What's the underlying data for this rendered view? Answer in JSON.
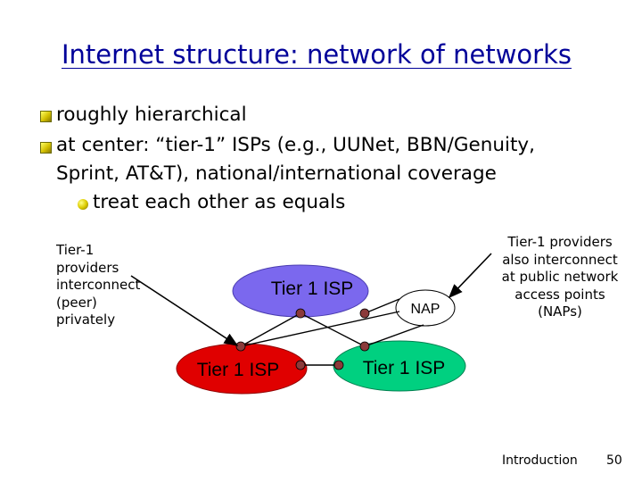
{
  "title": "Internet structure: network of networks",
  "bullets": {
    "b1": "roughly hierarchical",
    "b2_part1": "at center: “tier-1” ISPs (e.g., UUNet, BBN/Genuity,",
    "b2_part2": "Sprint, AT&T), national/international coverage",
    "sub1": "treat each other as equals"
  },
  "diagram": {
    "isp_top_label": "Tier 1 ISP",
    "isp_left_label": "Tier 1 ISP",
    "isp_right_label": "Tier 1 ISP",
    "nap_label": "NAP",
    "left_note": "Tier-1\nproviders\ninterconnect\n(peer)\nprivately",
    "right_note": "Tier-1 providers\nalso interconnect\nat public network\naccess points\n(NAPs)",
    "colors": {
      "isp_top_fill": "#7b68ee",
      "isp_left_fill": "#e00000",
      "isp_right_fill": "#00d080",
      "router_dot": "#8b3a3a"
    }
  },
  "footer": {
    "section": "Introduction",
    "page": "50"
  }
}
